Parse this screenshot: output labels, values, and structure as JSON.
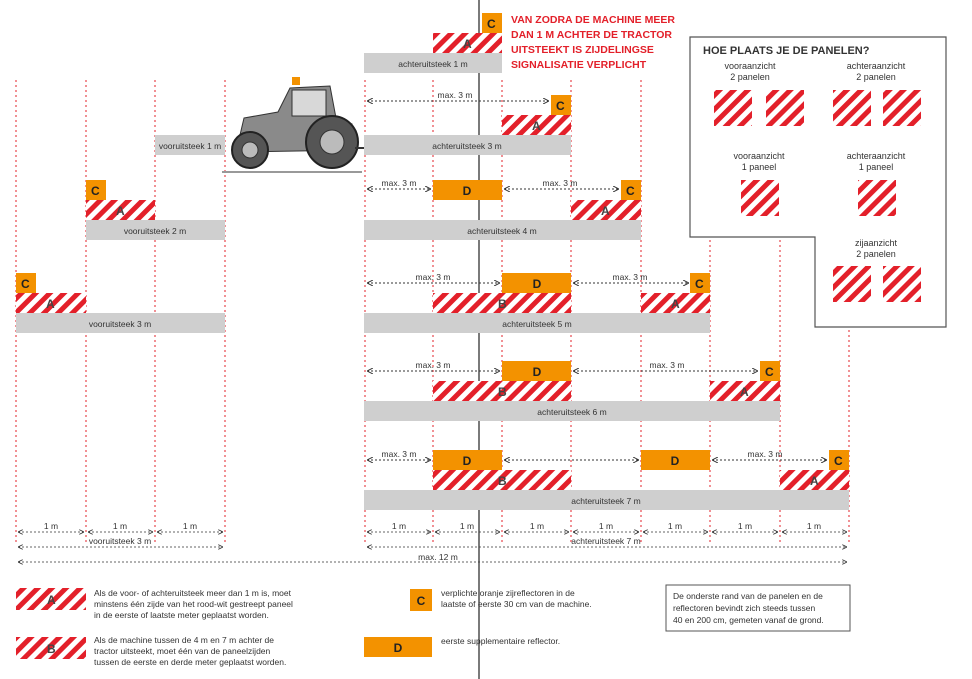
{
  "warning": {
    "lines": [
      "VAN ZODRA DE MACHINE MEER",
      "DAN 1 M ACHTER DE TRACTOR",
      "UITSTEEKT IS ZIJDELINGSE",
      "SIGNALISATIE VERPLICHT"
    ],
    "color": "#e3202a"
  },
  "colors": {
    "stripe_red": "#e3202a",
    "orange": "#f39200",
    "gray_bar": "#cfcfcf",
    "dotted_red": "#e3202a"
  },
  "letters": {
    "a": "A",
    "b": "B",
    "c": "C",
    "d": "D"
  },
  "bars": {
    "achter1": "achteruitsteek 1 m",
    "achter3": "achteruitsteek 3 m",
    "achter4": "achteruitsteek 4 m",
    "achter5": "achteruitsteek 5 m",
    "achter6": "achteruitsteek 6 m",
    "achter7": "achteruitsteek 7 m",
    "voor1": "vooruitsteek 1 m",
    "voor2": "vooruitsteek 2 m",
    "voor3": "vooruitsteek 3 m"
  },
  "max3": "max. 3 m",
  "ruler": {
    "one_m": "1 m",
    "voor3": "vooruitsteek 3 m",
    "achter7": "achteruitsteek 7 m",
    "max12": "max. 12 m"
  },
  "panel_box": {
    "title": "HOE PLAATS JE DE PANELEN?",
    "front2": [
      "vooraanzicht",
      "2 panelen"
    ],
    "back2": [
      "achteraanzicht",
      "2 panelen"
    ],
    "front1": [
      "vooraanzicht",
      "1 paneel"
    ],
    "back1": [
      "achteraanzicht",
      "1 paneel"
    ],
    "side2": [
      "zijaanzicht",
      "2 panelen"
    ]
  },
  "legend": {
    "a_text": [
      "Als de voor- of achteruitsteek meer dan 1 m is, moet",
      "minstens één zijde van het rood-wit gestreept paneel",
      "in de eerste of laatste meter geplaatst worden."
    ],
    "b_text": [
      "Als de machine tussen de 4 m en 7 m achter de",
      "tractor uitsteekt, moet één van de paneelzijden",
      "tussen de eerste en derde meter geplaatst worden."
    ],
    "c_text": [
      "verplichte oranje zijreflectoren in de",
      "laatste of eerste 30 cm van de machine."
    ],
    "d_text": [
      "eerste supplementaire reflector."
    ],
    "note": [
      "De onderste rand van de panelen en de",
      "reflectoren bevindt zich steeds tussen",
      "40 en 200 cm, gemeten vanaf de grond."
    ]
  }
}
